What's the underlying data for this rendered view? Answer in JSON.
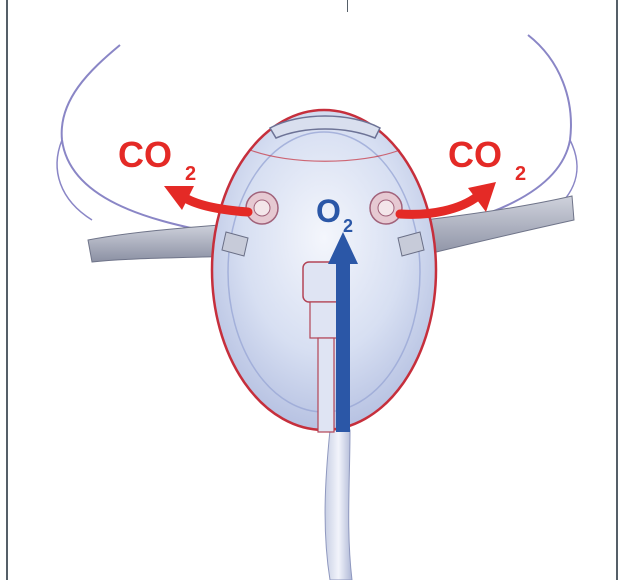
{
  "labels": {
    "co2_left_main": "CO",
    "co2_left_sub": "2",
    "co2_right_main": "CO",
    "co2_right_sub": "2",
    "o2_main": "O",
    "o2_sub": "2"
  },
  "colors": {
    "co2": "#e42a26",
    "o2": "#2b57a7",
    "mask_outline": "#c62f3c",
    "mask_fill": "#dfe6f6",
    "strap": "#8a8fa8",
    "frame": "#555f68"
  },
  "icons": {
    "co2_arrows": "curved-arrow-icon",
    "o2_arrow": "up-arrow-icon"
  }
}
